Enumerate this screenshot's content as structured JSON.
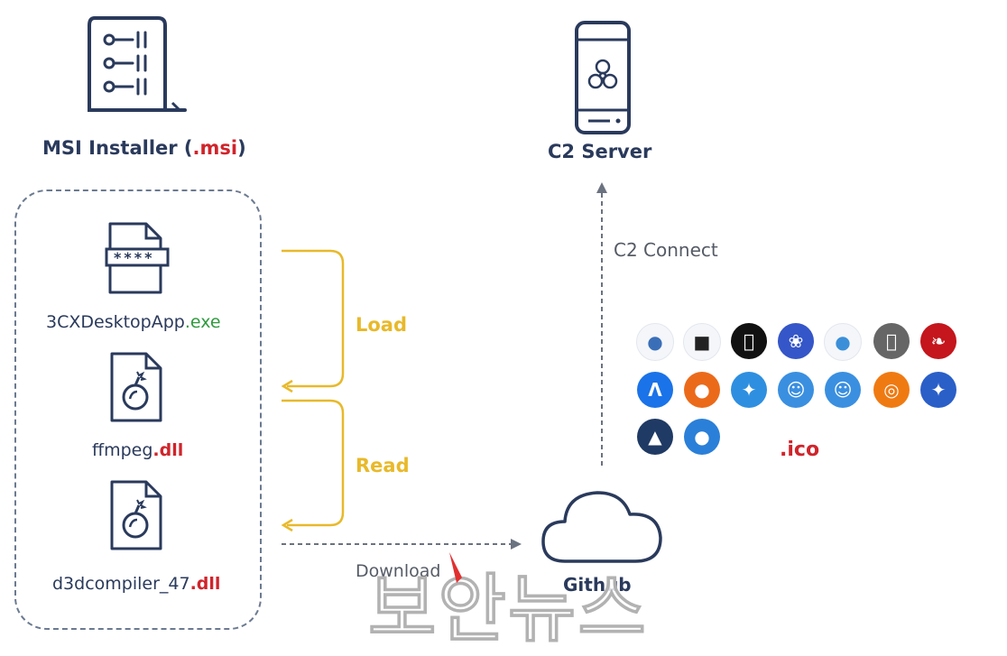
{
  "msi": {
    "name": "MSI Installer (",
    "ext": ".msi",
    "close": ")"
  },
  "c2server": {
    "label": "C2 Server"
  },
  "c2connect": {
    "label": "C2 Connect"
  },
  "files": [
    {
      "name": "3CXDesktopApp",
      "ext": ".exe"
    },
    {
      "name": "ffmpeg",
      "ext": ".dll"
    },
    {
      "name": "d3dcompiler_47",
      "ext": ".dll"
    }
  ],
  "actions": {
    "load": "Load",
    "read": "Read",
    "download": "Download"
  },
  "github": {
    "label": "Github"
  },
  "ico": {
    "label": ".ico"
  },
  "password_mask": "****",
  "icons": [
    {
      "name": "globe",
      "color": "#3a6fb8",
      "glyph": "●",
      "dark": false
    },
    {
      "name": "folder",
      "color": "#222222",
      "glyph": "■",
      "dark": false
    },
    {
      "name": "apple",
      "color": "#111111",
      "glyph": "",
      "dark": true
    },
    {
      "name": "feather",
      "color": "#3556c8",
      "glyph": "❀",
      "dark": true
    },
    {
      "name": "bird",
      "color": "#3b8fd8",
      "glyph": "●",
      "dark": false
    },
    {
      "name": "apple-gray",
      "color": "#666666",
      "glyph": "",
      "dark": true
    },
    {
      "name": "pdf",
      "color": "#c4161c",
      "glyph": "❧",
      "dark": true
    },
    {
      "name": "ads",
      "color": "#1a73e8",
      "glyph": "Λ",
      "dark": true
    },
    {
      "name": "mastercard",
      "color": "#eb6a1a",
      "glyph": "●",
      "dark": true
    },
    {
      "name": "safari",
      "color": "#2e8fe0",
      "glyph": "✦",
      "dark": true
    },
    {
      "name": "users",
      "color": "#3a8fe0",
      "glyph": "☺",
      "dark": true
    },
    {
      "name": "users-2",
      "color": "#3a8fe0",
      "glyph": "☺",
      "dark": true
    },
    {
      "name": "origin",
      "color": "#f07a12",
      "glyph": "◎",
      "dark": true
    },
    {
      "name": "compass",
      "color": "#2a5fc8",
      "glyph": "✦",
      "dark": true
    },
    {
      "name": "assassin",
      "color": "#1f3a64",
      "glyph": "▲",
      "dark": true
    },
    {
      "name": "globe-blue",
      "color": "#2a7fd8",
      "glyph": "●",
      "dark": true
    }
  ],
  "watermark": "보안뉴스"
}
